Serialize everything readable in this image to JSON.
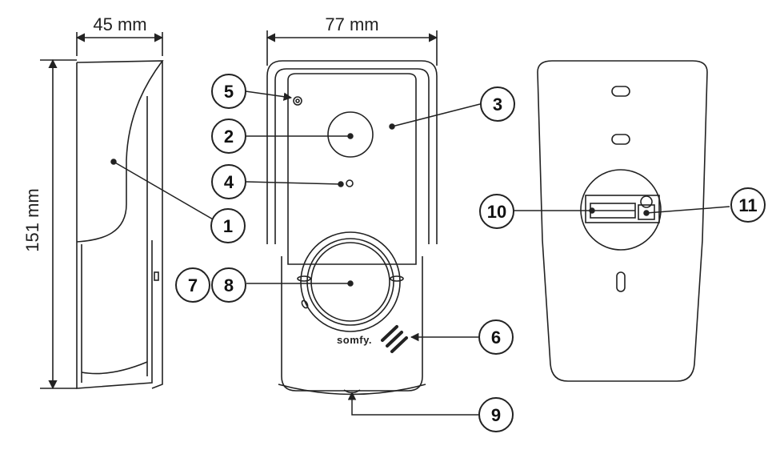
{
  "dimensions": {
    "depth": "45 mm",
    "width": "77 mm",
    "height": "151 mm"
  },
  "brand": "somfy.",
  "callouts": [
    "1",
    "2",
    "3",
    "4",
    "5",
    "6",
    "7",
    "8",
    "9",
    "10",
    "11"
  ],
  "colors": {
    "line": "#222222",
    "background": "#ffffff"
  }
}
